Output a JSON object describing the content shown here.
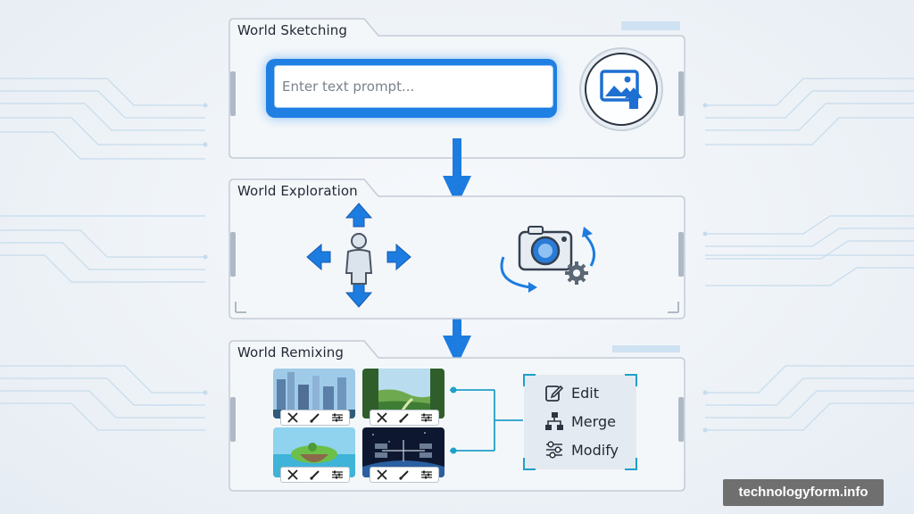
{
  "panels": {
    "sketching": {
      "title": "World Sketching",
      "prompt_placeholder": "Enter text prompt...",
      "upload_icon": "image-upload-icon"
    },
    "exploration": {
      "title": "World Exploration",
      "movement_icon": "person-move-icon",
      "camera_icon": "camera-orbit-icon"
    },
    "remixing": {
      "title": "World Remixing",
      "thumbnails": [
        {
          "scene": "futuristic-city-thumbnail"
        },
        {
          "scene": "forest-valley-thumbnail"
        },
        {
          "scene": "floating-island-thumbnail"
        },
        {
          "scene": "space-station-thumbnail"
        }
      ],
      "thumbnail_tools": [
        "tools-icon",
        "brush-icon",
        "sliders-icon"
      ],
      "operations": [
        {
          "label": "Edit",
          "icon": "edit-icon"
        },
        {
          "label": "Merge",
          "icon": "hierarchy-icon"
        },
        {
          "label": "Modify",
          "icon": "sliders-icon"
        }
      ]
    }
  },
  "watermark": "technologyform.info",
  "colors": {
    "accent": "#1f7fe3",
    "accent_light": "#3d98ee",
    "panel_border": "#c3ccd6",
    "circuit_line": "#c6dbeb"
  }
}
